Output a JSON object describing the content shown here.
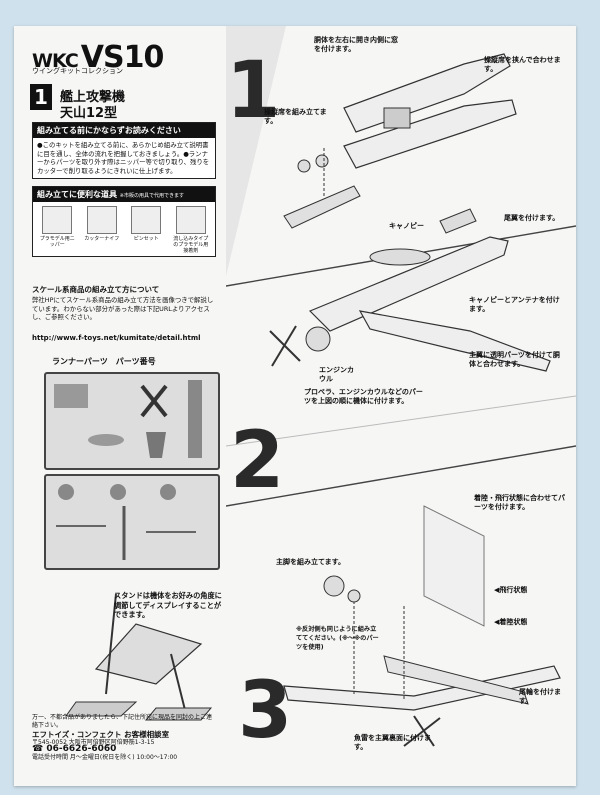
{
  "brand": {
    "wkc": "WKC",
    "vs": "VS10",
    "subtitle": "ウイングキットコレクション"
  },
  "model": {
    "number": "1",
    "line1": "艦上攻撃機",
    "line2": "天山12型"
  },
  "read_box": {
    "title": "組み立てる前にかならずお読みください",
    "text": "●このキットを組み立てる前に、あらかじめ組み立て説明書に目を通し、全体の流れを把握しておきましょう。●ランナーからパーツを取り外す際はニッパー等で切り取り、残りをカッターで削り取るようにきれいに仕上げます。"
  },
  "tools_box": {
    "title": "組み立てに便利な道具",
    "note": "※市販の用具で代用できます",
    "tools": [
      "プラモデル用ニッパー",
      "カッターナイフ",
      "ピンセット",
      "流し込みタイプのプラモデル用接着剤"
    ]
  },
  "scale": {
    "title": "スケール系商品の組み立て方について",
    "text": "弊社HPにてスケール系商品の組み立て方法を画像つきで解説しています。わからない部分があった際は下記URLよりアクセスし、ご参照ください。",
    "url": "http://www.f-toys.net/kumitate/detail.html"
  },
  "runner": {
    "title": "ランナーパーツ　パーツ番号"
  },
  "stand": {
    "text": "スタンドは機体をお好みの角度に調節してディスプレイすることができます。"
  },
  "contact": {
    "text": "万一、不都合品がありましたら、下記住所宛に現品を同封の上ご連絡下さい。",
    "company": "エフトイズ・コンフェクト お客様相談室",
    "address": "〒545-0052 大阪市阿倍野区阿倍野筋1-3-15",
    "tel": "☎ 06-6626-6060",
    "hours": "電話受付時間 月～金曜日(祝日を除く) 10:00～17:00"
  },
  "steps": {
    "n1": "1",
    "n2": "2",
    "n3": "3",
    "fuselage": "胴体を左右に開き内側に窓を付けます。",
    "seat": "操縦席を挟んで合わせます。",
    "cockpit": "操縦席を組み立てます。",
    "canopy": "キャノピー",
    "tail": "尾翼を付けます。",
    "antenna": "キャノピーとアンテナを付けます。",
    "wing": "主翼に透明パーツを付けて胴体と合わせます。",
    "cowl": "エンジンカウル",
    "prop": "プロペラ、エンジンカウルなどのパーツを上図の順に機体に付けます。",
    "gear_state": "着陸・飛行状態に合わせてパーツを付けます。",
    "main_gear": "主脚を組み立てます。",
    "reverse": "※反対側も同じように組み立ててください。(※～※のパーツを使用)",
    "flight": "◀飛行状態",
    "landing": "◀着陸状態",
    "tailwheel": "尾輪を付けます。",
    "torpedo": "魚雷を主翼裏面に付けます。"
  }
}
